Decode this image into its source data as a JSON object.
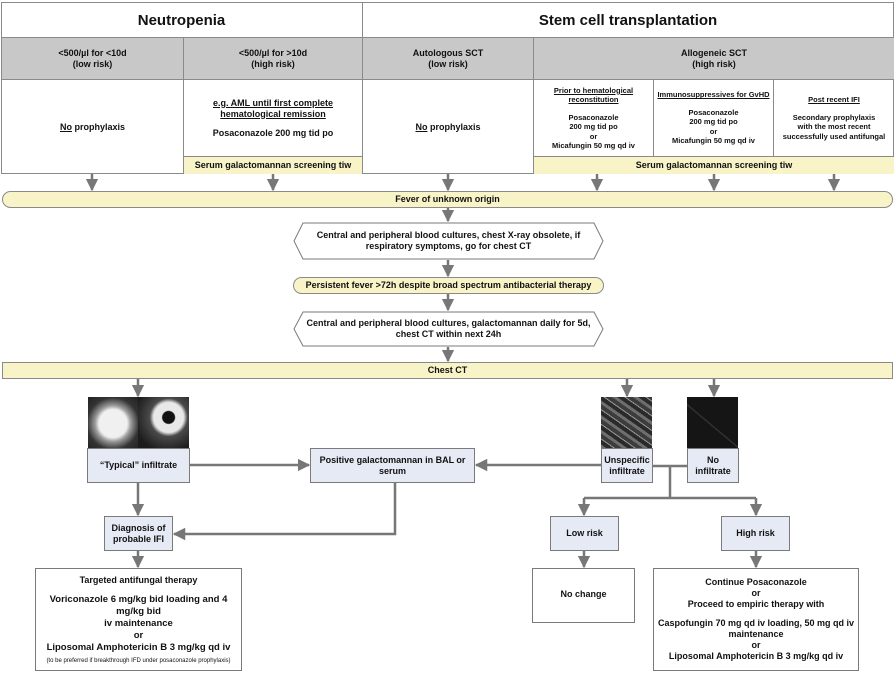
{
  "header": {
    "neutropenia": "Neutropenia",
    "sct": "Stem cell transplantation"
  },
  "columns": {
    "low_neutro": {
      "line1": "<500/µl for <10d",
      "line2": "(low risk)",
      "body_u": "No",
      "body": " prophylaxis"
    },
    "high_neutro": {
      "line1": "<500/µl for >10d",
      "line2": "(high risk)",
      "body_u": "e.g. AML until first complete hematological remission",
      "body": "Posaconazole 200 mg tid po",
      "screening": "Serum galactomannan screening tiw"
    },
    "auto_sct": {
      "line1": "Autologous SCT",
      "line2": "(low risk)",
      "body_u": "No",
      "body": " prophylaxis"
    },
    "allo_sct": {
      "line1": "Allogeneic SCT",
      "line2": "(high risk)",
      "sub": [
        {
          "title": "Prior to hematological reconstitution",
          "l1": "Posaconazole",
          "l2": "200 mg tid po",
          "l3": "or",
          "l4": "Micafungin 50 mg qd iv"
        },
        {
          "title": "Immunosuppressives for GvHD",
          "l1": "Posaconazole",
          "l2": "200 mg tid po",
          "l3": "or",
          "l4": "Micafungin 50 mg qd iv"
        },
        {
          "title": "Post recent IFI",
          "l1": "Secondary prophylaxis",
          "l2": "with the most recent",
          "l3": "successfully used antifungal",
          "l4": ""
        }
      ],
      "screening": "Serum galactomannan screening tiw"
    }
  },
  "flow": {
    "fever": "Fever of unknown origin",
    "step1_l1": "Central and peripheral blood cultures, chest X-ray obsolete, if",
    "step1_l2": "respiratory symptoms, go for chest CT",
    "persistent": "Persistent fever >72h despite broad spectrum antibacterial therapy",
    "step2_l1": "Central and peripheral blood cultures, galactomannan daily for 5d,",
    "step2_l2": "chest CT within next 24h",
    "chest_ct": "Chest CT",
    "typical": "“Typical” infiltrate",
    "positive_gm": "Positive galactomannan in BAL or serum",
    "unspecific_l1": "Unspecific",
    "unspecific_l2": "infiltrate",
    "no_infil_l1": "No",
    "no_infil_l2": "infiltrate",
    "diagnosis_l1": "Diagnosis of",
    "diagnosis_l2": "probable IFI",
    "low_risk": "Low risk",
    "high_risk": "High risk",
    "no_change": "No change",
    "targeted": {
      "title": "Targeted antifungal therapy",
      "l1": "Voriconazole 6 mg/kg bid loading and 4 mg/kg bid",
      "l2": "iv maintenance",
      "or": "or",
      "l3": "Liposomal Amphotericin B 3 mg/kg qd iv",
      "note": "(to be preferred if breakthrough IFD under posaconazole prophylaxis)"
    },
    "high_therapy": {
      "l1": "Continue Posaconazole",
      "or1": "or",
      "l2": "Proceed to empiric therapy with",
      "l3": "Caspofungin 70 mg qd iv loading, 50 mg qd iv",
      "l4": "maintenance",
      "or2": "or",
      "l5": "Liposomal Amphotericin B 3 mg/kg qd iv"
    }
  },
  "colors": {
    "yellow": "#f8f4c8",
    "gray_header": "#c8c8c8",
    "blue_box": "#e6eaf4",
    "line": "#7a7a7a"
  }
}
